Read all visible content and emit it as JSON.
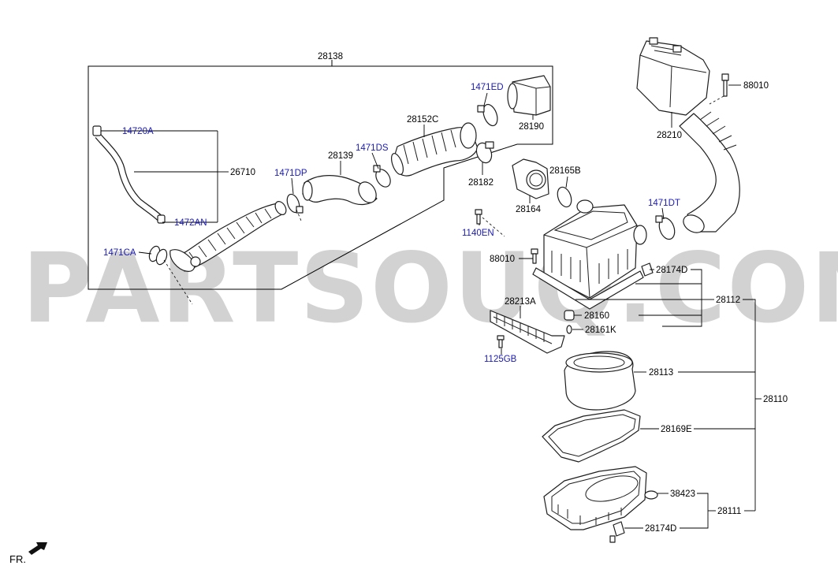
{
  "diagram": {
    "watermark": "PARTSOUQ.COM",
    "direction_label": "FR.",
    "labels": {
      "p28138": "28138",
      "p1471ed": "1471ED",
      "p28190": "28190",
      "p28152c": "28152C",
      "p14720a": "14720A",
      "p1471ds": "1471DS",
      "p28139": "28139",
      "p26710": "26710",
      "p1471dp": "1471DP",
      "p28182": "28182",
      "p28165b": "28165B",
      "p1472an": "1472AN",
      "p28164": "28164",
      "p1140en": "1140EN",
      "p1471ca": "1471CA",
      "p88010a": "88010",
      "p88010b": "88010",
      "p28210": "28210",
      "p1471dt": "1471DT",
      "p28174d_top": "28174D",
      "p28112": "28112",
      "p28213a": "28213A",
      "p28160": "28160",
      "p28161k": "28161K",
      "p1125gb": "1125GB",
      "p28113": "28113",
      "p28110": "28110",
      "p28169e": "28169E",
      "p38423": "38423",
      "p28111": "28111",
      "p28174d_bot": "28174D"
    }
  }
}
